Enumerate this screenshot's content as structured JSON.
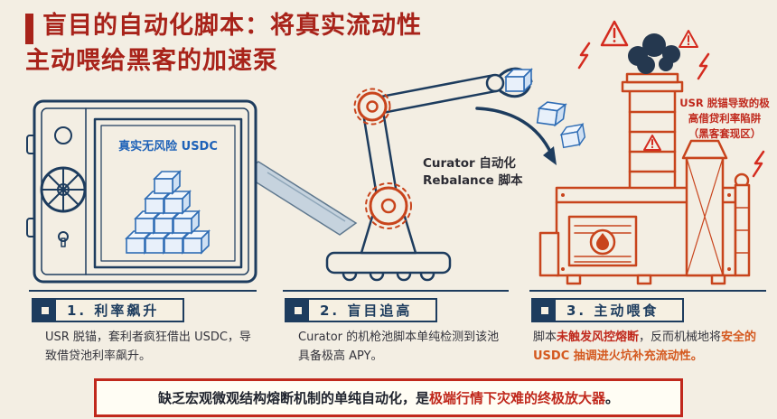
{
  "title": {
    "line1": "盲目的自动化脚本：将真实流动性",
    "line2": "主动喂给黑客的加速泵"
  },
  "illustration": {
    "vault_label": "真实无风险 USDC",
    "arm_label_line1": "Curator 自动化",
    "arm_label_line2": "Rebalance 脚本",
    "trap_label_line1": "USR 脱锚导致的极",
    "trap_label_line2": "高借贷利率陷阱",
    "trap_label_line3": "（黑客套现区）",
    "icons": [
      "vault-icon",
      "usdc-cube-icon",
      "robot-arm-icon",
      "gear-icon",
      "flow-arrow-icon",
      "furnace-icon",
      "smoke-icon",
      "flame-icon",
      "warning-triangle-icon",
      "lightning-icon"
    ]
  },
  "steps": [
    {
      "header": "1. 利率飙升",
      "body": "USR 脱锚，套利者疯狂借出 USDC，导致借贷池利率飙升。"
    },
    {
      "header": "2. 盲目追高",
      "body": "Curator 的机枪池脚本单纯检测到该池具备极高 APY。"
    },
    {
      "header": "3. 主动喂食",
      "parts": [
        {
          "text": "脚本"
        },
        {
          "text": "未触发风控熔断"
        },
        {
          "text": "，反而机械地将"
        },
        {
          "text": "安全的 USDC 抽调进火坑补充流动性。"
        }
      ]
    }
  ],
  "banner": {
    "part1": "缺乏宏观微观结构熔断机制的单纯自动化，是",
    "part2": "极端行情下灾难的终极放大器",
    "part3": "。"
  },
  "colors": {
    "background": "#f3eee3",
    "title_red": "#a8231a",
    "navy": "#1d3c5e",
    "usdc_blue": "#1e62b8",
    "machine_orange": "#c8441c",
    "alert_red": "#c0281c"
  }
}
